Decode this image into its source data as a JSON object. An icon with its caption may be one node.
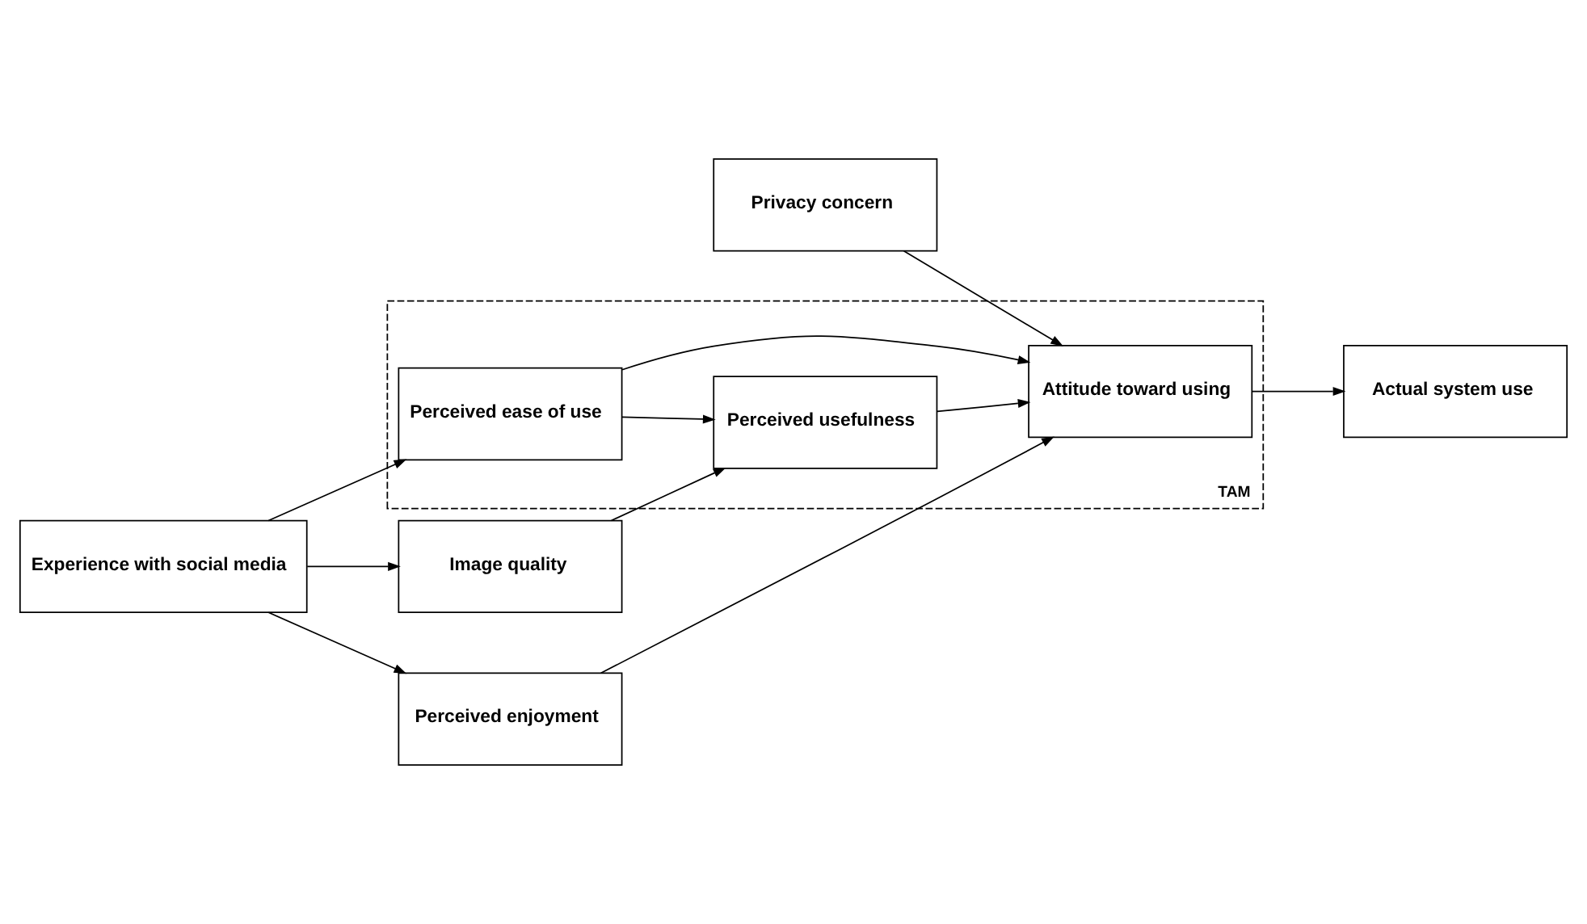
{
  "diagram": {
    "nodes": [
      {
        "text": [
          "Privacy concern"
        ]
      },
      {
        "text": [
          "TAM"
        ]
      },
      {
        "text": [
          "Perceived usefulness"
        ],
        "in": 1
      },
      {
        "text": [
          "Attitude toward using"
        ],
        "in": 1
      },
      {
        "text": [
          "Perceived ease of use"
        ],
        "in": 1
      },
      {
        "text": [
          "Image quality"
        ]
      },
      {
        "text": [
          "Actual system use"
        ]
      },
      {
        "text": [
          "Experience with social media"
        ]
      },
      {
        "text": [
          "Perceived enjoyment"
        ]
      }
    ],
    "edges": [
      {
        "from": 5,
        "to": 2,
        "arrow": "to"
      },
      {
        "from": 7,
        "to": 5,
        "arrow": "to"
      },
      {
        "from": 4,
        "to": 2,
        "arrow": "to"
      },
      {
        "from": 2,
        "to": 3,
        "arrow": "to"
      },
      {
        "from": 4,
        "to": 3,
        "arrow": "to"
      },
      {
        "from": 0,
        "to": 3,
        "arrow": "to"
      },
      {
        "from": 8,
        "to": 3,
        "arrow": "to"
      },
      {
        "from": 3,
        "to": 6,
        "arrow": "to"
      },
      {
        "from": 7,
        "to": 4,
        "arrow": "to"
      },
      {
        "from": 7,
        "to": 8,
        "arrow": "to"
      }
    ]
  }
}
